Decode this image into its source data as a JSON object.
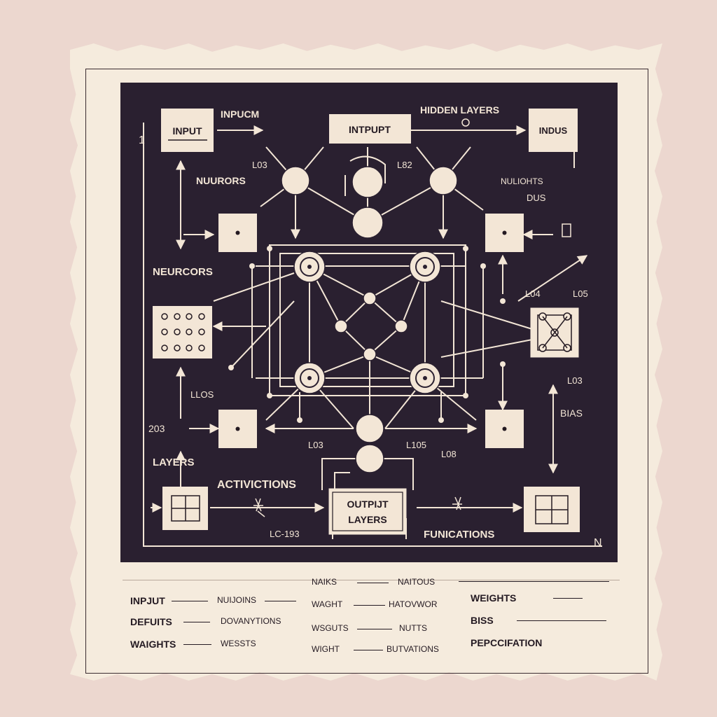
{
  "diagram": {
    "box_labels": {
      "input_box": "INPUT",
      "input_top_box": "INTPUPT",
      "inds_box": "INDUS",
      "output_box_line1": "OUTPIJT",
      "output_box_line2": "LAYERS"
    },
    "labels": {
      "inpucm": "INPUCM",
      "hidden_layers": "HIDDEN LAYERS",
      "l03_a": "L03",
      "l82": "L82",
      "nuurors": "NUURORS",
      "nuliohts": "NULIOHTS",
      "dus": "DUS",
      "neurcors": "NEURCORS",
      "l04": "L04",
      "l05": "L05",
      "llos": "LLOS",
      "l03_b": "L03",
      "bias": "BIAS",
      "n203": "203",
      "l03_c": "L03",
      "l05_b": "L105",
      "l08": "L08",
      "layers": "LAYERS",
      "activictions": "ACTIVICTIONS",
      "l093": "LC-193",
      "funications": "FUNICATIONS",
      "n_mark": "N",
      "one_mark": "1"
    }
  },
  "legend": {
    "col1": [
      {
        "term": "INPJUT",
        "desc": "NUIJOINS"
      },
      {
        "term": "DEFUITS",
        "desc": "DOVANYTIONS"
      },
      {
        "term": "WAIGHTS",
        "desc": "WESSTS"
      }
    ],
    "col2_header": {
      "term": "NAIKS",
      "desc": "NAITOUS"
    },
    "col2": [
      {
        "term": "WAGHT",
        "desc": "HATOVWOR"
      },
      {
        "term": "WSGUTS",
        "desc": "NUTTS"
      },
      {
        "term": "WIGHT",
        "desc": "BUTVATIONS"
      }
    ],
    "col3": [
      {
        "term": "WEIGHTS",
        "desc": ""
      },
      {
        "term": "BISS",
        "desc": ""
      },
      {
        "term": "PEPCCIFATION",
        "desc": ""
      }
    ]
  },
  "colors": {
    "panel": "#2a2030",
    "cream": "#f3e6d6",
    "paper": "#f5ebdd",
    "background": "#ecd7cf",
    "ink": "#241a22"
  }
}
